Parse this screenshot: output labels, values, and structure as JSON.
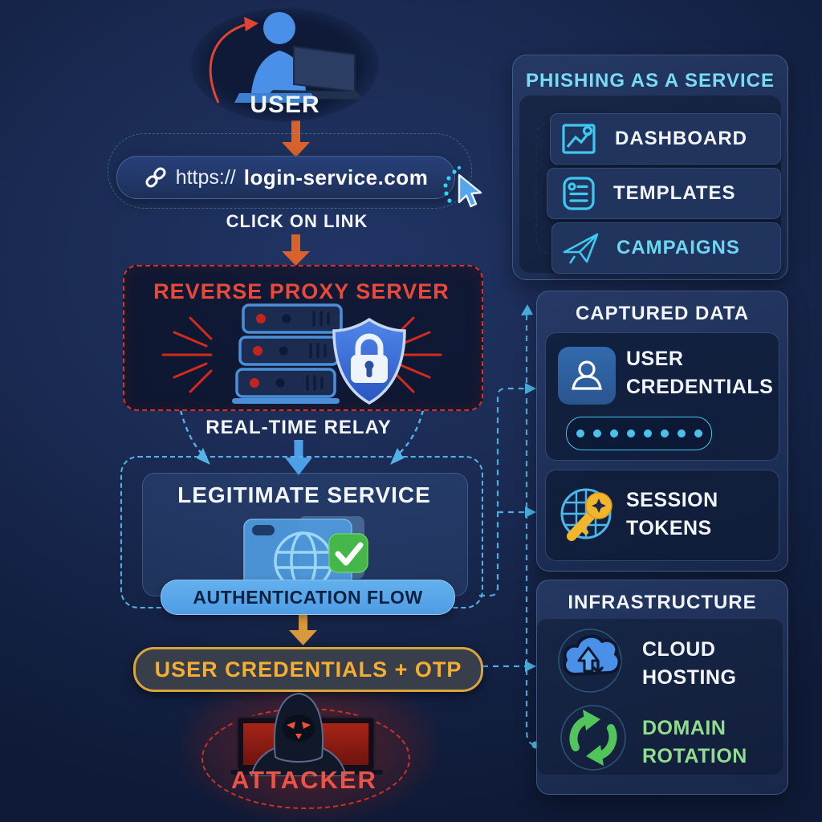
{
  "flow": {
    "user_label": "USER",
    "url": {
      "protocol": "https://",
      "domain": "login-service.com"
    },
    "click_on_link": "CLICK ON LINK",
    "reverse_proxy_title": "REVERSE PROXY SERVER",
    "real_time_relay": "REAL-TIME RELAY",
    "legitimate_service_title": "LEGITIMATE SERVICE",
    "authentication_flow": "AUTHENTICATION FLOW",
    "credentials_otp": "USER CREDENTIALS + OTP",
    "attacker_label": "ATTACKER"
  },
  "panels": {
    "phishing_service": {
      "title": "PHISHING AS A SERVICE",
      "items": [
        {
          "label": "DASHBOARD",
          "icon": "dashboard-chart-icon"
        },
        {
          "label": "TEMPLATES",
          "icon": "template-document-icon"
        },
        {
          "label": "CAMPAIGNS",
          "icon": "paper-plane-icon"
        }
      ]
    },
    "captured_data": {
      "title": "CAPTURED DATA",
      "cards": [
        {
          "line1": "USER",
          "line2": "CREDENTIALS",
          "icon": "user-icon",
          "password_dots": 8
        },
        {
          "line1": "SESSION",
          "line2": "TOKENS",
          "icon": "globe-key-icon"
        }
      ]
    },
    "infrastructure": {
      "title": "INFRASTRUCTURE",
      "items": [
        {
          "line1": "CLOUD",
          "line2": "HOSTING",
          "icon": "cloud-sync-icon"
        },
        {
          "line1": "DOMAIN",
          "line2": "ROTATION",
          "icon": "rotation-arrows-icon"
        }
      ]
    }
  },
  "colors": {
    "background": "#1a2a52",
    "accent_cyan": "#4cc2ea",
    "accent_blue": "#4a90e8",
    "accent_red": "#df301f",
    "accent_orange": "#d9622c",
    "accent_gold": "#d9a43c",
    "accent_green": "#52c45c",
    "title_cyan": "#79dbf4",
    "text_white": "#f2f6fb",
    "attacker_red": "#ea5448"
  }
}
